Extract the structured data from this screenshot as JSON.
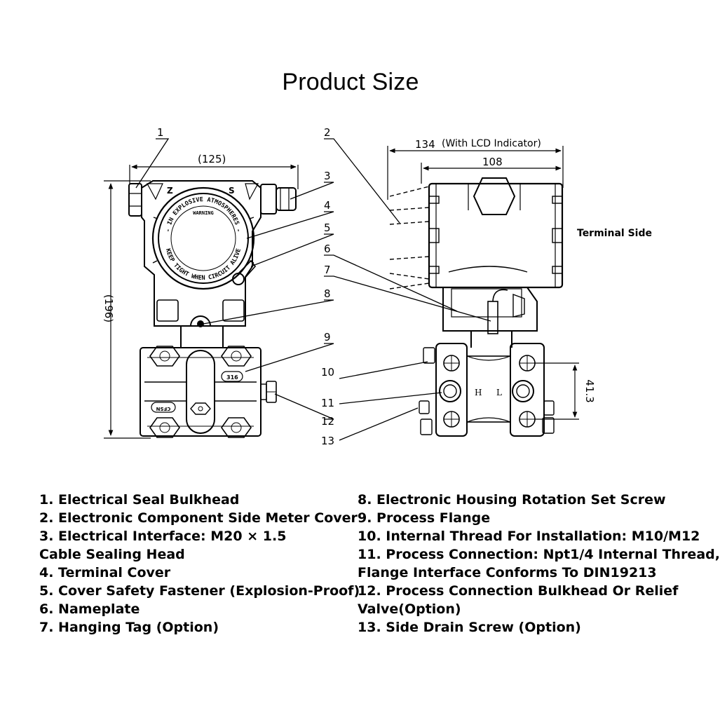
{
  "title": "Product Size",
  "callouts": [
    "1",
    "2",
    "3",
    "4",
    "5",
    "6",
    "7",
    "8",
    "9",
    "10",
    "11",
    "12",
    "13"
  ],
  "dimensions": {
    "width_front": "(125)",
    "height_front": "(196)",
    "width_side_total": "134",
    "width_side_note": "(With LCD Indicator)",
    "width_side_housing": "108",
    "flange_spacing": "41.3"
  },
  "side_label": "Terminal Side",
  "housing_marks": {
    "z": "Z",
    "s": "S",
    "h": "H",
    "l": "L",
    "flange_mark": "316",
    "flange_mark2": "CFSN"
  },
  "cover_text": {
    "top": "- IN EXPLOSIVE ATMOSPHERES -",
    "middle": "WARNING",
    "bottom": "KEEP TIGHT WHEN CIRCUIT ALIVE"
  },
  "legend_left": [
    "1. Electrical Seal Bulkhead",
    "2. Electronic Component Side Meter Cover",
    "3. Electrical Interface: M20 × 1.5",
    "Cable Sealing Head",
    "4. Terminal Cover",
    "5. Cover Safety Fastener (Explosion-Proof)",
    "6. Nameplate",
    "7. Hanging Tag (Option)"
  ],
  "legend_right": [
    "8. Electronic Housing Rotation Set Screw",
    "9. Process Flange",
    "10. Internal Thread For Installation: M10/M12",
    "11. Process Connection: Npt1/4 Internal Thread,",
    "Flange Interface Conforms To DIN19213",
    "12. Process Connection Bulkhead Or Relief",
    "Valve(Option)",
    "13. Side Drain Screw (Option)"
  ]
}
